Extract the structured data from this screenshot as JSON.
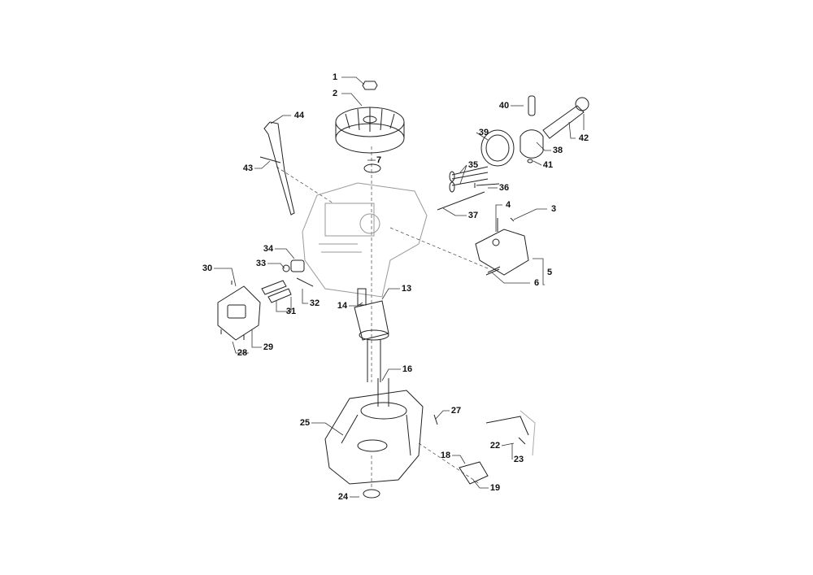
{
  "diagram": {
    "part_numbers": [
      "1",
      "2",
      "44",
      "43",
      "7",
      "40",
      "42",
      "39",
      "38",
      "41",
      "35",
      "36",
      "37",
      "4",
      "3",
      "5",
      "6",
      "34",
      "33",
      "30",
      "31",
      "32",
      "13",
      "14",
      "29",
      "28",
      "16",
      "27",
      "25",
      "22",
      "23",
      "18",
      "19",
      "24"
    ]
  }
}
